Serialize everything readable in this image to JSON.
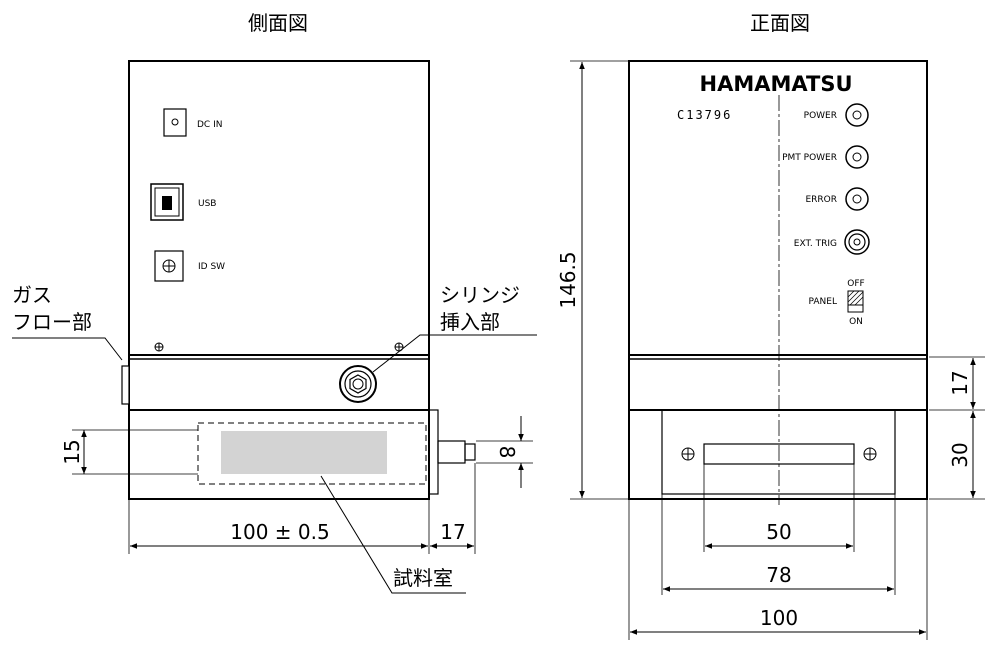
{
  "side_view": {
    "title": "側面図",
    "ports": {
      "dc_in": "DC  IN",
      "usb": "USB",
      "id_sw": "ID SW"
    },
    "callouts": {
      "gas_flow_line1": "ガス",
      "gas_flow_line2": "フロー部",
      "syringe_line1": "シリンジ",
      "syringe_line2": "挿入部",
      "sample_chamber": "試料室"
    },
    "dimensions": {
      "length": "100 ± 0.5",
      "protrusion": "17",
      "chamber_height": "15",
      "port_height": "8"
    }
  },
  "front_view": {
    "title": "正面図",
    "brand": "HAMAMATSU",
    "model": "C13796",
    "indicators": {
      "power": "POWER",
      "pmt_power": "PMT POWER",
      "error": "ERROR",
      "ext_trig": "EXT.  TRIG",
      "panel": "PANEL",
      "off": "OFF",
      "on": "ON"
    },
    "dimensions": {
      "total_height": "146.5",
      "middle_band": "17",
      "bottom_band": "30",
      "slot_width": "50",
      "plate_width": "78",
      "total_width": "100"
    }
  }
}
